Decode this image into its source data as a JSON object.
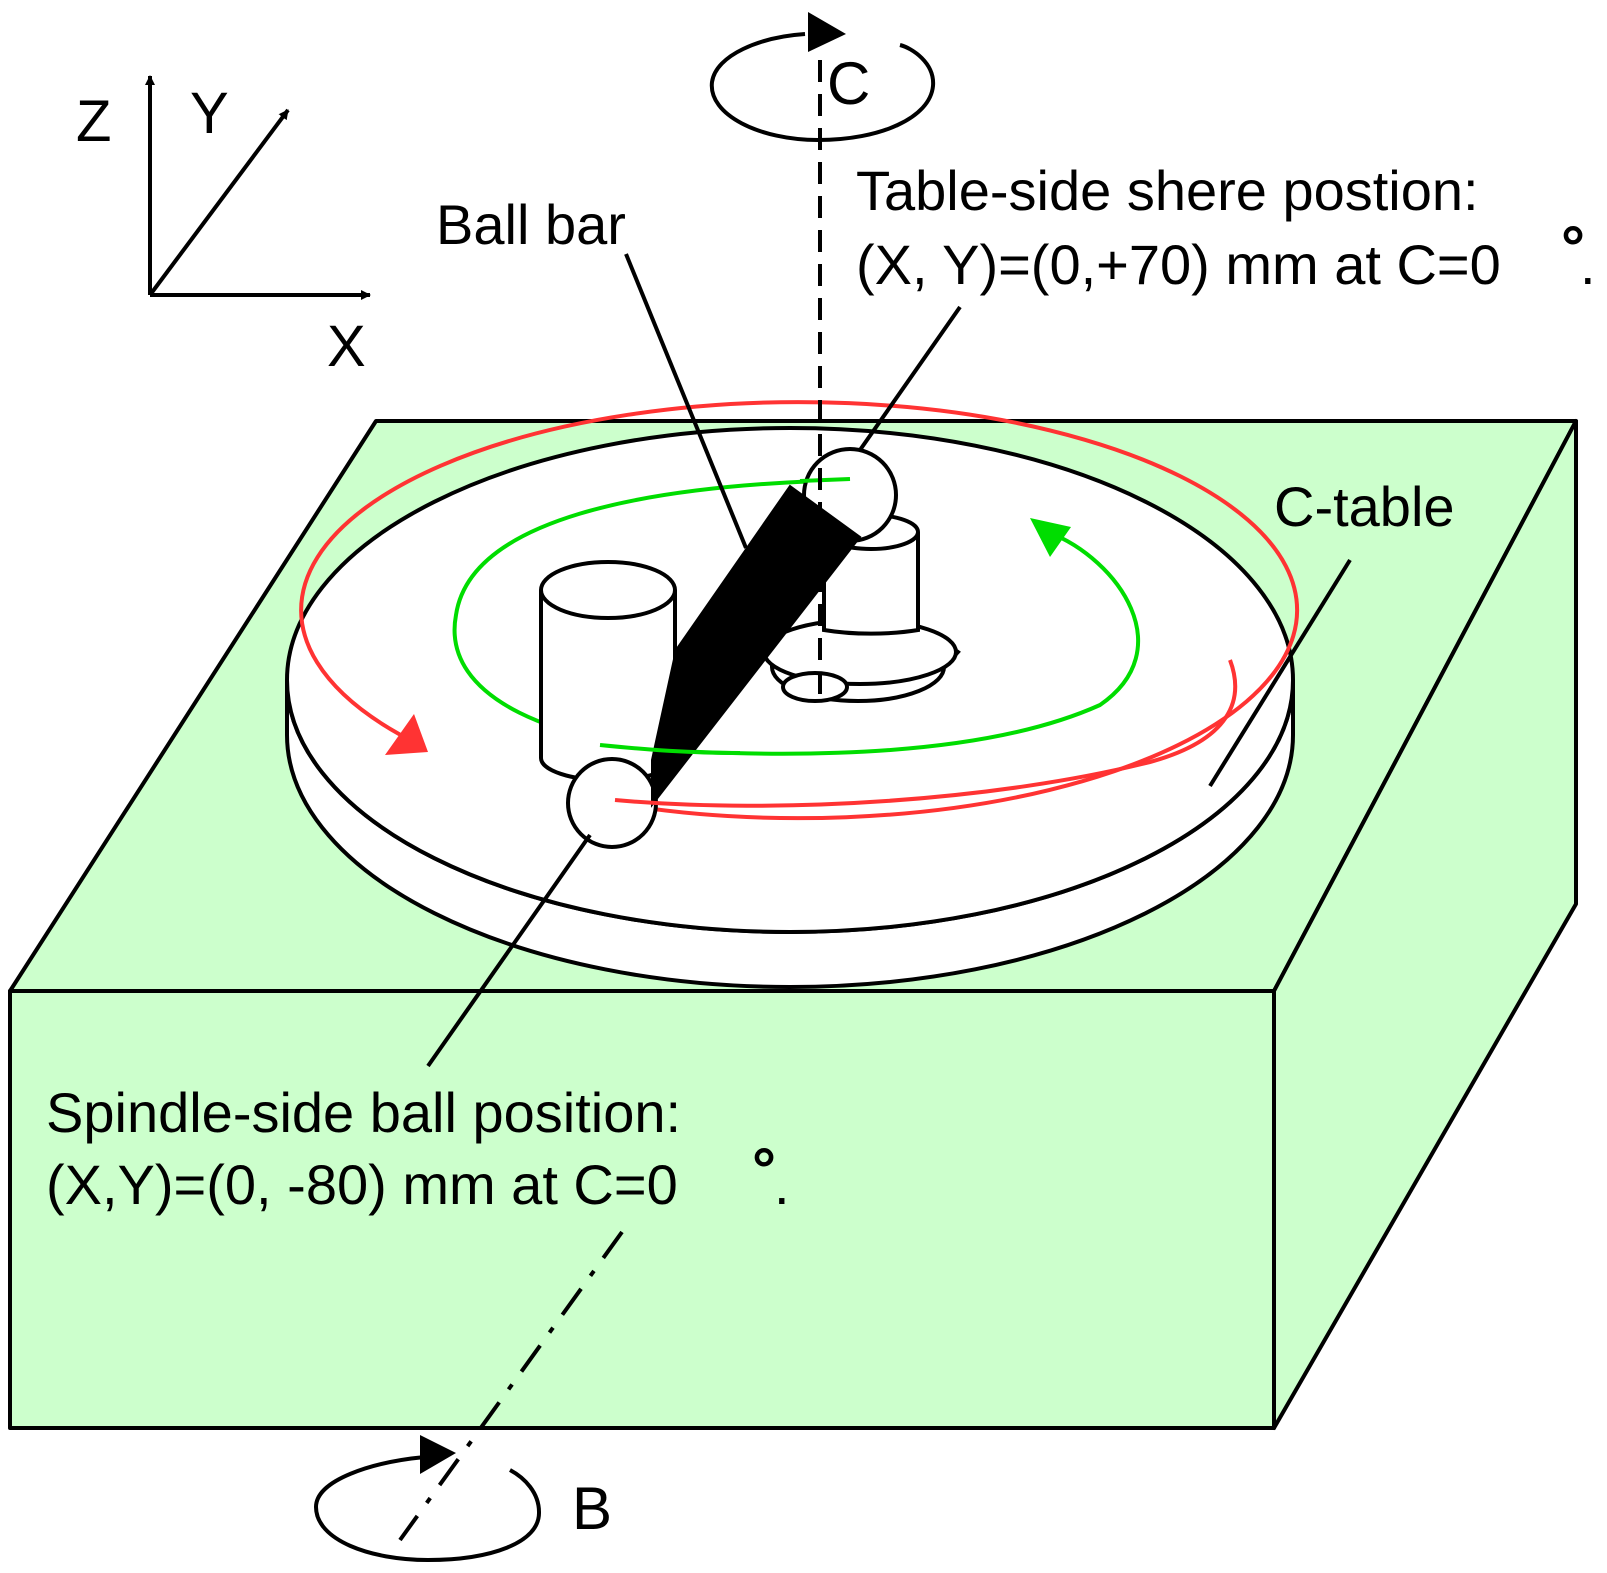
{
  "colors": {
    "base_fill": "#ccffcc",
    "outline": "#000000",
    "red_path": "#ff3333",
    "green_path": "#00dd00",
    "table_fill": "#ffffff",
    "bar_fill": "#000000"
  },
  "axes": {
    "z": "Z",
    "y": "Y",
    "x": "X"
  },
  "rotary": {
    "c": "C",
    "b": "B"
  },
  "labels": {
    "ball_bar": "Ball bar",
    "c_table": "C-table",
    "table_side_line1": "Table-side shere postion:",
    "table_side_line2": "(X, Y)=(0,+70) mm at C=0",
    "spindle_side_line1": "Spindle-side ball position:",
    "spindle_side_line2": "(X,Y)=(0, -80) mm at C=0",
    "degree_symbol": "°",
    "period": "."
  },
  "icons": {
    "c_rotation": "rotation-arrow-icon",
    "b_rotation": "rotation-arrow-icon",
    "red_path_arrow": "arrowhead-icon",
    "green_path_arrow": "arrowhead-icon"
  }
}
